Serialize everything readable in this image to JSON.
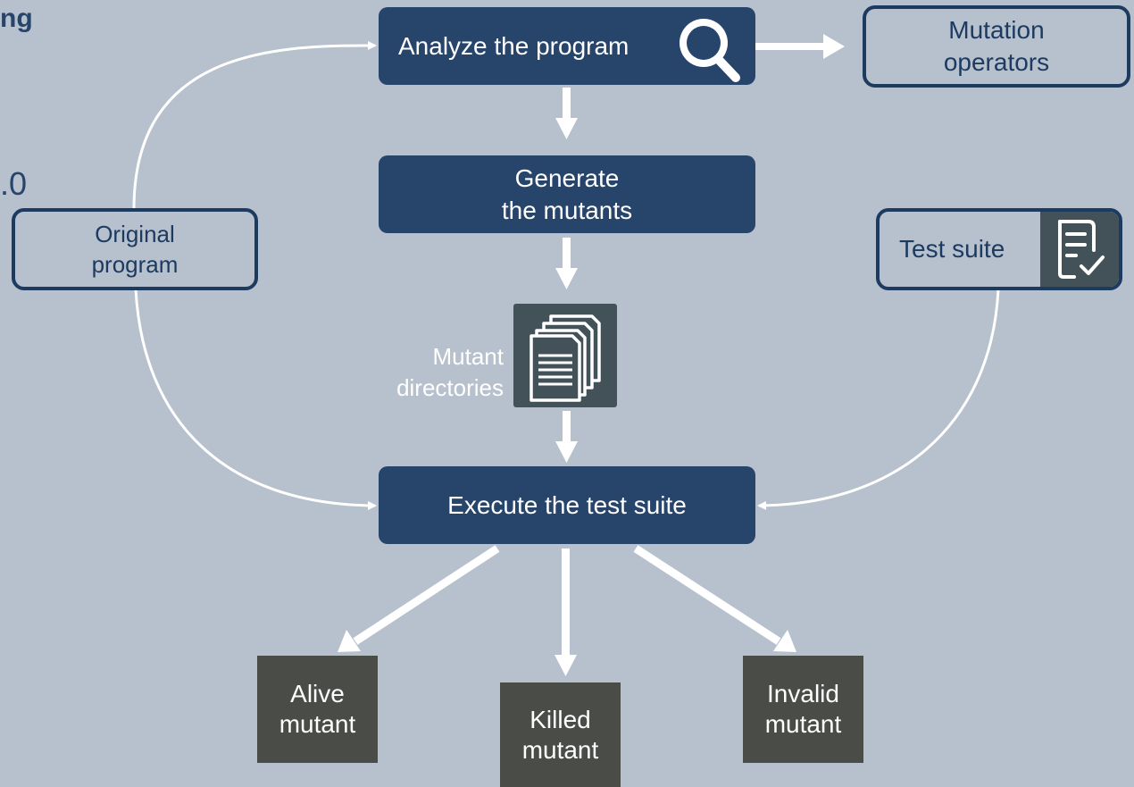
{
  "partial_text": {
    "heading_fragment": "ng",
    "version_fragment": ".0"
  },
  "boxes": {
    "analyze": "Analyze the program",
    "mutation_operators": [
      "Mutation",
      "operators"
    ],
    "generate": [
      "Generate",
      "the mutants"
    ],
    "original_program": [
      "Original",
      "program"
    ],
    "test_suite": "Test suite",
    "mutant_directories": [
      "Mutant",
      "directories"
    ],
    "execute": "Execute the test suite",
    "alive": [
      "Alive",
      "mutant"
    ],
    "killed": [
      "Killed",
      "mutant"
    ],
    "invalid": [
      "Invalid",
      "mutant"
    ]
  },
  "colors": {
    "background": "#b7c0cd",
    "dark_box": "#27446b",
    "outline": "#1d3a60",
    "icon_box": "#435259",
    "result_box": "#4a4c48",
    "arrow": "#ffffff"
  },
  "icons": [
    "search-icon",
    "checklist-icon",
    "documents-stack-icon"
  ]
}
